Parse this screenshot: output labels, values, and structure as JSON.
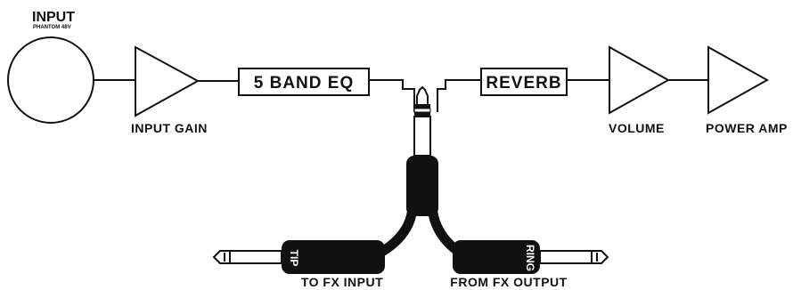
{
  "diagram": {
    "input_title": "INPUT",
    "input_subtitle": "PHANTOM 48V",
    "input_gain": "INPUT GAIN",
    "eq": "5 BAND EQ",
    "reverb": "REVERB",
    "volume": "VOLUME",
    "power_amp": "POWER AMP",
    "tip": "TIP",
    "ring": "RING",
    "to_fx_input": "TO FX INPUT",
    "from_fx_output": "FROM FX OUTPUT"
  }
}
